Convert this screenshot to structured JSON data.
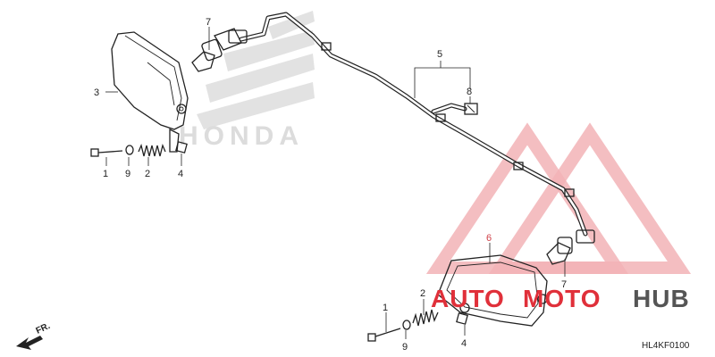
{
  "callouts": {
    "c1a": "1",
    "c9a": "9",
    "c2a": "2",
    "c4a": "4",
    "c3": "3",
    "c7a": "7",
    "c5": "5",
    "c8": "8",
    "c6": "6",
    "c7b": "7",
    "c2b": "2",
    "c1b": "1",
    "c9b": "9",
    "c4b": "4"
  },
  "diagram_code": "HL4KF0100",
  "front_indicator": "FR.",
  "watermark": {
    "part1": "AUTO",
    "part2": "MOTO",
    "part3": "HUB",
    "color_red": "#e0303a",
    "color_gray": "#555555"
  },
  "background_logo": {
    "text": "HONDA",
    "color": "#dddddd"
  }
}
